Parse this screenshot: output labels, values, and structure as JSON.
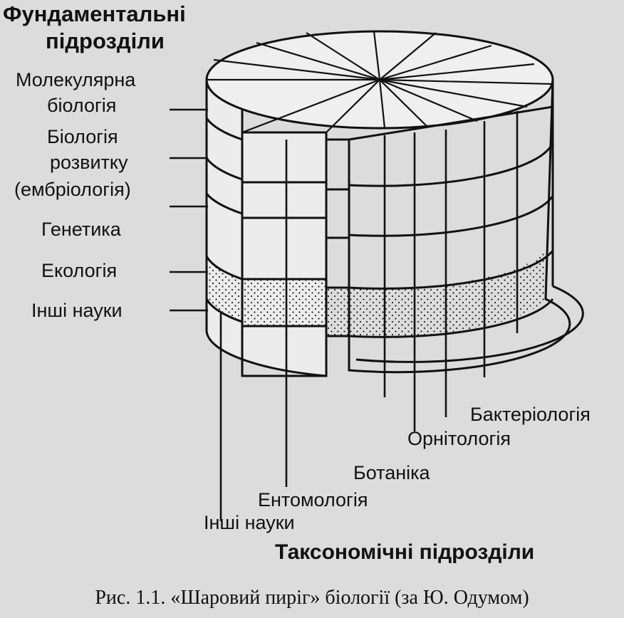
{
  "fundamental_title": "Фундаментальні",
  "fundamental_title_2": "підрозділи",
  "fundamental": {
    "molecular": [
      "Молекулярна",
      "біологія"
    ],
    "development": [
      "Біологія",
      "розвитку",
      "(ембріологія)"
    ],
    "genetics": "Генетика",
    "ecology": "Екологія",
    "other": "Інші науки"
  },
  "taxonomic": {
    "bacteriology": "Бактеріологія",
    "ornithology": "Орнітологія",
    "botany": "Ботаніка",
    "entomology": "Ентомологія",
    "other": "Інші науки"
  },
  "taxonomic_title": "Таксономічні підрозділи",
  "caption": "Рис. 1.1. «Шаровий пиріг» біології (за Ю. Одумом)",
  "colors": {
    "line": "#111111",
    "ecology_layer": "#d0d0d0",
    "background": "#dcdcdc"
  }
}
